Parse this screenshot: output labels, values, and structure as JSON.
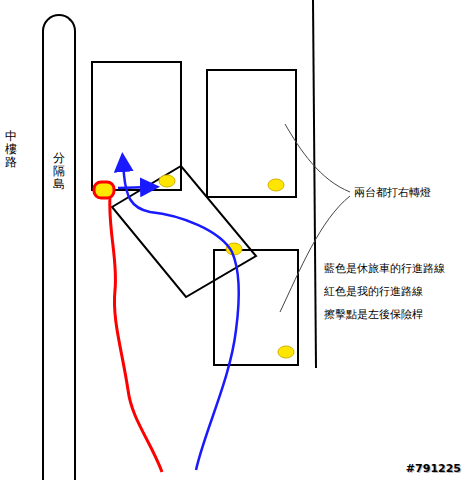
{
  "diagram": {
    "nodes": [
      {
        "text": [
          "分隔島"
        ]
      }
    ],
    "labels": [
      "中樓路",
      "兩台都打右轉燈",
      "藍色是休旅車的行進路線",
      "紅色是我的行進路線",
      "擦擊點是左後保險桿",
      "#791225"
    ]
  }
}
